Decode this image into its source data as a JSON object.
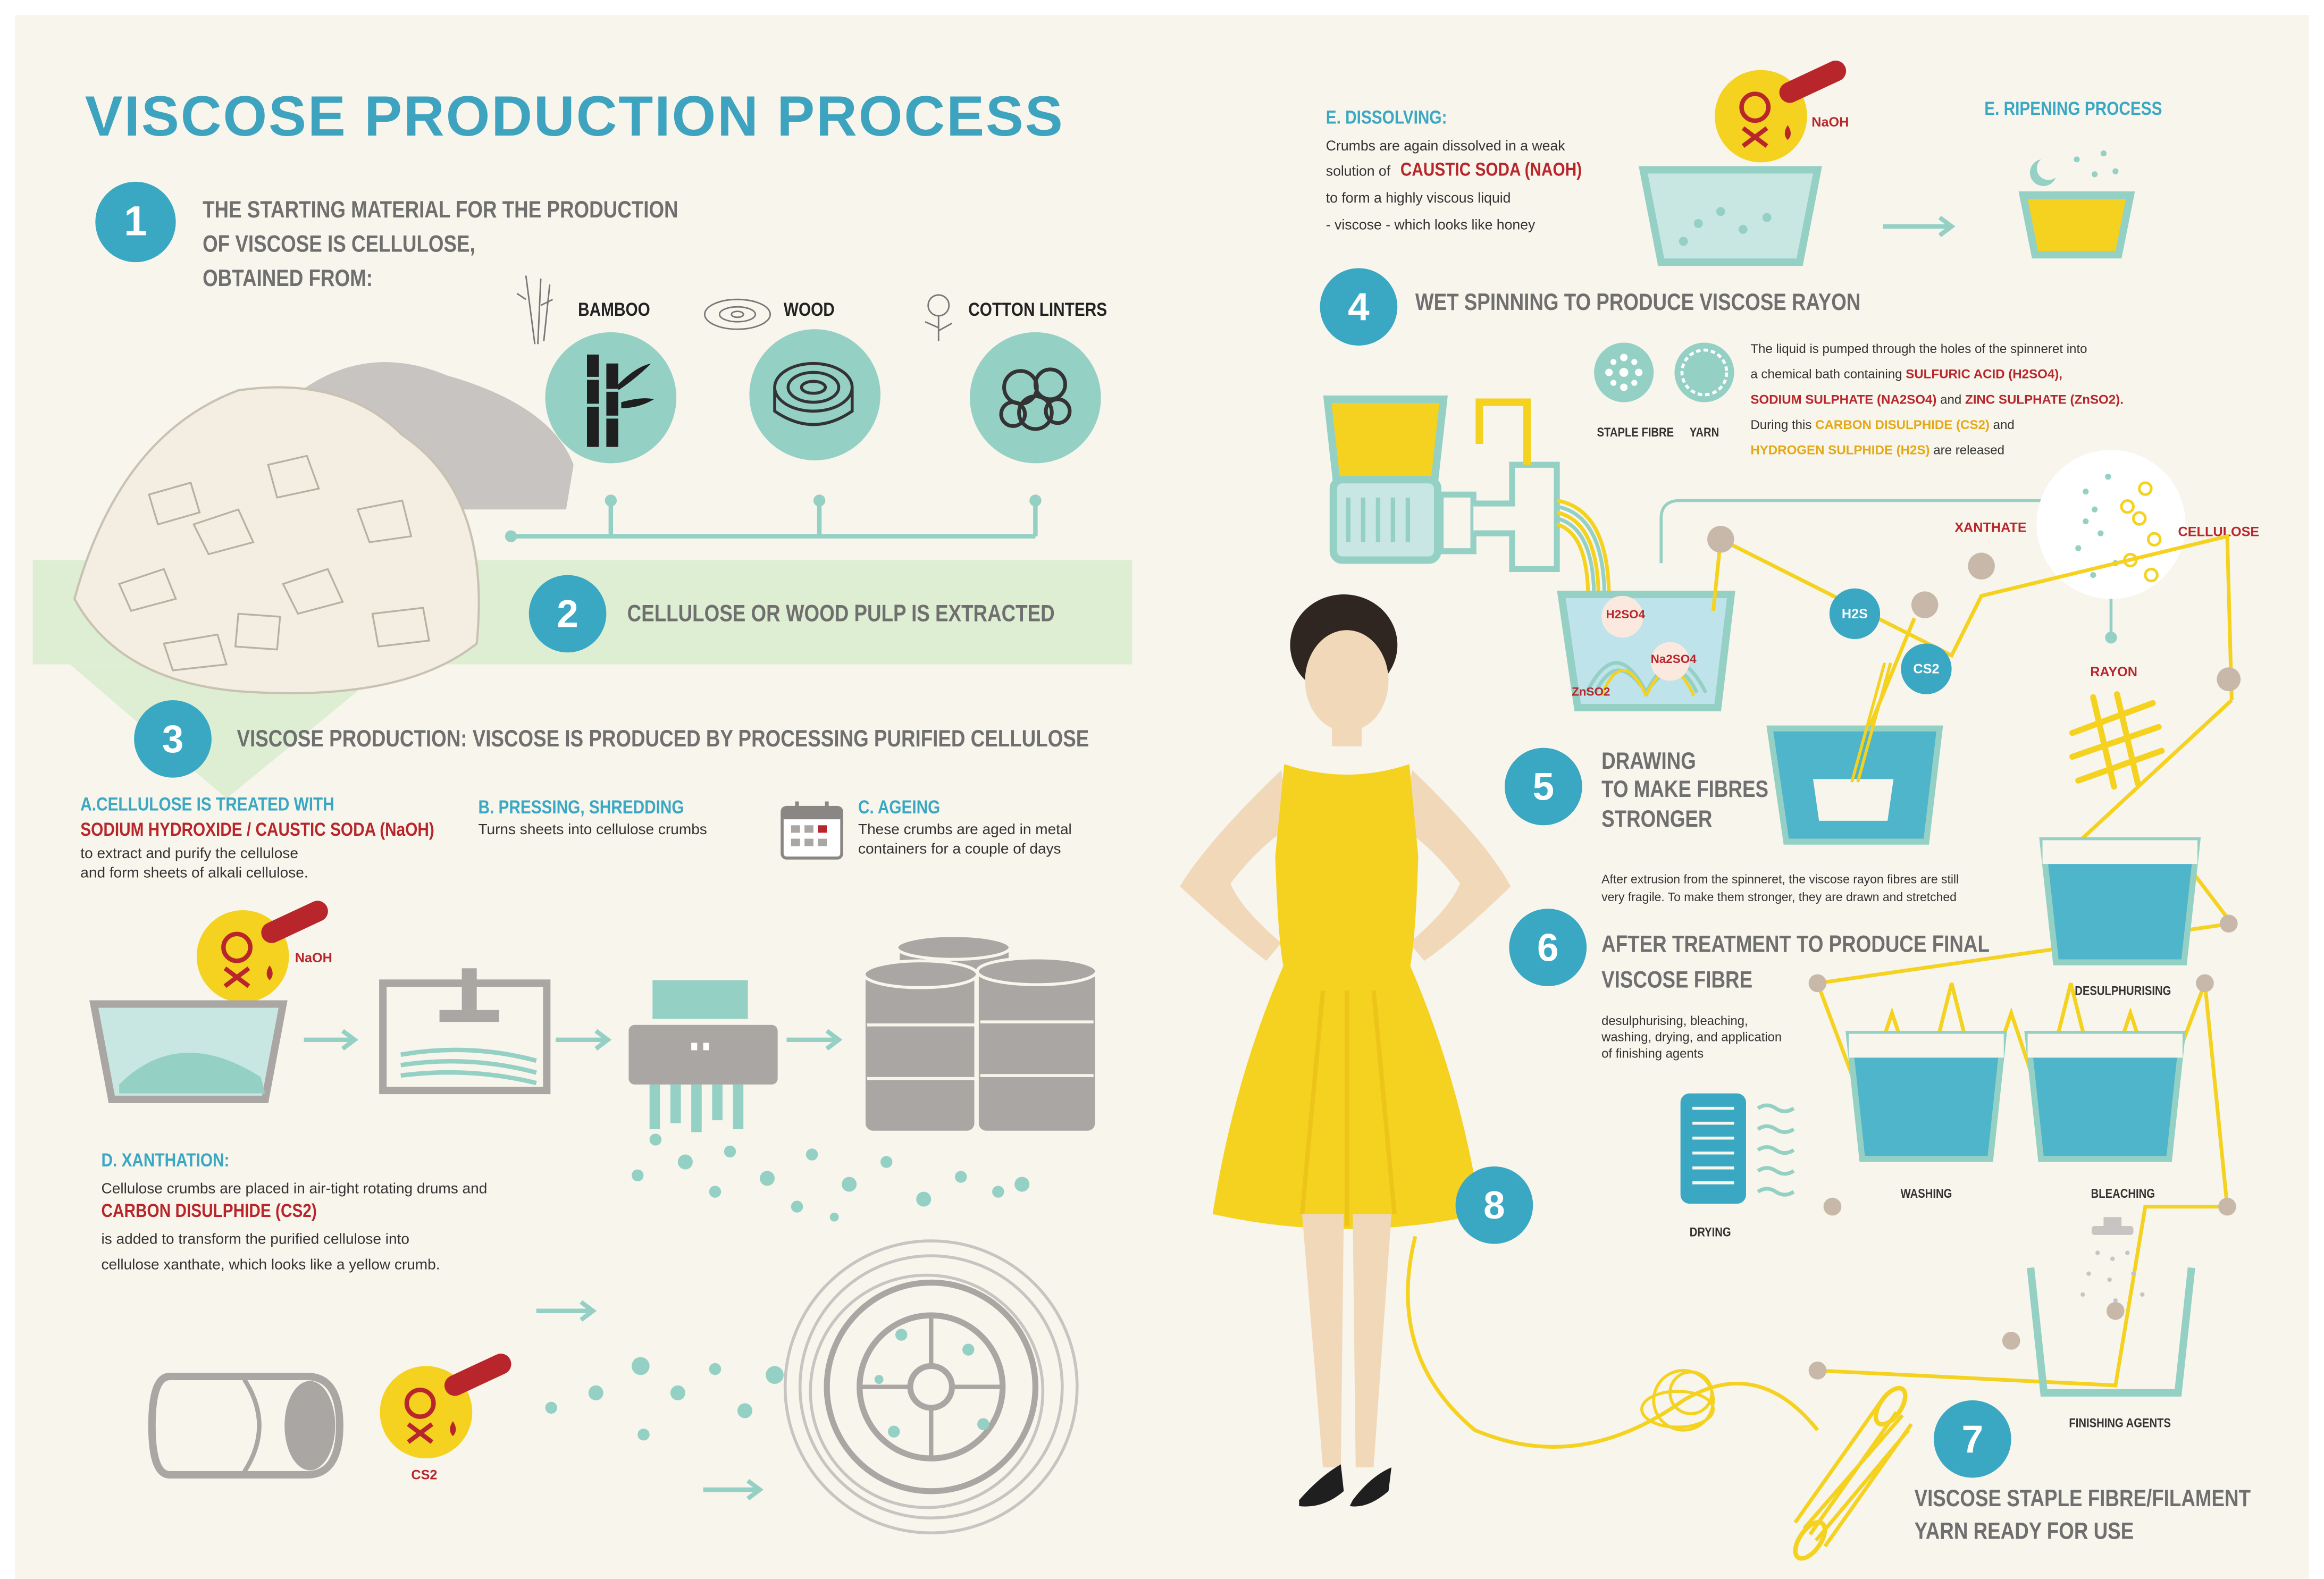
{
  "title": "VISCOSE PRODUCTION PROCESS",
  "colors": {
    "teal": "#3aa7c3",
    "mint": "#95d0c5",
    "yellow": "#f4d21f",
    "red": "#b8262b",
    "grey": "#a9a6a3",
    "green_band": "#deeed3",
    "background": "#f7f5ec"
  },
  "step1": {
    "number": "1",
    "heading_line1": "THE STARTING MATERIAL FOR THE PRODUCTION",
    "heading_line2": "OF VISCOSE IS CELLULOSE,",
    "heading_line3": "OBTAINED FROM:",
    "sources": [
      {
        "label": "BAMBOO",
        "icon": "bamboo-icon"
      },
      {
        "label": "WOOD",
        "icon": "wood-log-icon"
      },
      {
        "label": "COTTON LINTERS",
        "icon": "cotton-icon"
      }
    ]
  },
  "step2": {
    "number": "2",
    "heading": "CELLULOSE OR WOOD PULP IS EXTRACTED"
  },
  "step3": {
    "number": "3",
    "heading": "VISCOSE PRODUCTION: VISCOSE IS PRODUCED BY PROCESSING PURIFIED CELLULOSE",
    "a": {
      "title": "A.CELLULOSE IS TREATED WITH",
      "chemical": "SODIUM HYDROXIDE / CAUSTIC SODA (NaOH)",
      "text_line1": "to extract and purify the cellulose",
      "text_line2": "and form sheets of alkali cellulose.",
      "badge": "NaOH"
    },
    "b": {
      "title": "B. PRESSING, SHREDDING",
      "text": "Turns sheets into cellulose crumbs"
    },
    "c": {
      "title": "C. AGEING",
      "text_line1": "These crumbs are aged in metal",
      "text_line2": "containers for a couple of days"
    },
    "d": {
      "title": "D. XANTHATION:",
      "text_line1": "Cellulose crumbs are placed in air-tight rotating drums and",
      "chemical": "CARBON DISULPHIDE (CS2)",
      "text_line2": "is added to transform the purified cellulose into",
      "text_line3": "cellulose xanthate, which looks like a yellow crumb.",
      "badge": "CS2"
    },
    "e_dissolving": {
      "title": "E. DISSOLVING:",
      "text_line1": "Crumbs are again dissolved in a weak",
      "text_line2_pre": "solution of",
      "chemical": "CAUSTIC SODA (NAOH)",
      "text_line3": "to form a highly viscous liquid",
      "text_line4": "- viscose - which looks like honey",
      "badge": "NaOH"
    },
    "e_ripening": {
      "title": "E. RIPENING PROCESS"
    }
  },
  "step4": {
    "number": "4",
    "heading": "WET SPINNING TO PRODUCE VISCOSE RAYON",
    "text_line1": "The liquid is pumped through the holes of the spinneret into",
    "text_line2_pre": "a chemical bath containing",
    "chem1": "SULFURIC ACID (H2SO4),",
    "chem2": "SODIUM SULPHATE (NA2SO4)",
    "and": "and",
    "chem3": "ZINC SULPHATE (ZnSO2).",
    "text_line4_pre": "During this",
    "chem4": "CARBON DISULPHIDE (CS2)",
    "text_line4_post": "and",
    "chem5": "HYDROGEN SULPHIDE (H2S)",
    "text_line5_post": "are released",
    "labels": {
      "staple": "STAPLE FIBRE",
      "yarn": "YARN",
      "h2so4": "H2SO4",
      "na2so4": "Na2SO4",
      "znso2": "ZnSO2",
      "h2s": "H2S",
      "cs2": "CS2",
      "xanthate": "XANTHATE",
      "cellulose": "CELLULOSE",
      "rayon": "RAYON"
    }
  },
  "step5": {
    "number": "5",
    "heading_line1": "DRAWING",
    "heading_line2": "TO MAKE FIBRES",
    "heading_line3": "STRONGER",
    "text_line1": "After extrusion from the spinneret, the viscose rayon fibres are still",
    "text_line2": "very fragile. To make them stronger, they are drawn and stretched"
  },
  "step6": {
    "number": "6",
    "heading_line1": "AFTER TREATMENT TO PRODUCE FINAL",
    "heading_line2": "VISCOSE FIBRE",
    "text_line1": "desulphurising, bleaching,",
    "text_line2": "washing, drying, and application",
    "text_line3": "of finishing agents",
    "labels": {
      "desulphurising": "DESULPHURISING",
      "washing": "WASHING",
      "bleaching": "BLEACHING",
      "drying": "DRYING",
      "finishing": "FINISHING AGENTS"
    }
  },
  "step7": {
    "number": "7",
    "heading_line1": "VISCOSE STAPLE FIBRE/FILAMENT",
    "heading_line2": "YARN READY FOR USE"
  },
  "step8": {
    "number": "8"
  }
}
